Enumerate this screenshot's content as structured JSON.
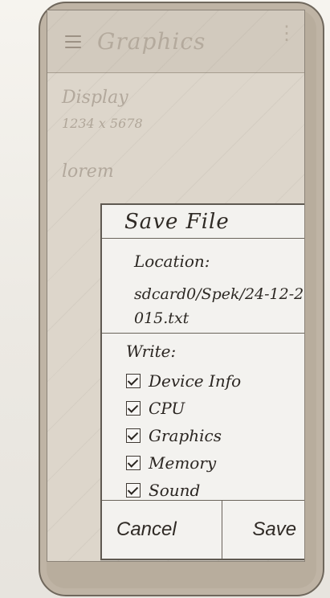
{
  "app": {
    "title": "Graphics"
  },
  "background": {
    "display_label": "Display",
    "display_value": "1234 x 5678",
    "section_label": "lorem"
  },
  "dialog": {
    "title": "Save File",
    "location_label": "Location:",
    "location_value": "sdcard0/Spek/24-12-2015.txt",
    "write_label": "Write:",
    "items": [
      {
        "label": "Device Info",
        "checked": true
      },
      {
        "label": "CPU",
        "checked": true
      },
      {
        "label": "Graphics",
        "checked": true
      },
      {
        "label": "Memory",
        "checked": true
      },
      {
        "label": "Sound",
        "checked": true
      }
    ],
    "cancel_label": "Cancel",
    "save_label": "Save"
  },
  "icons": {
    "menu": "menu-icon",
    "overflow": "overflow-icon",
    "checkbox": "checkbox-icon"
  }
}
